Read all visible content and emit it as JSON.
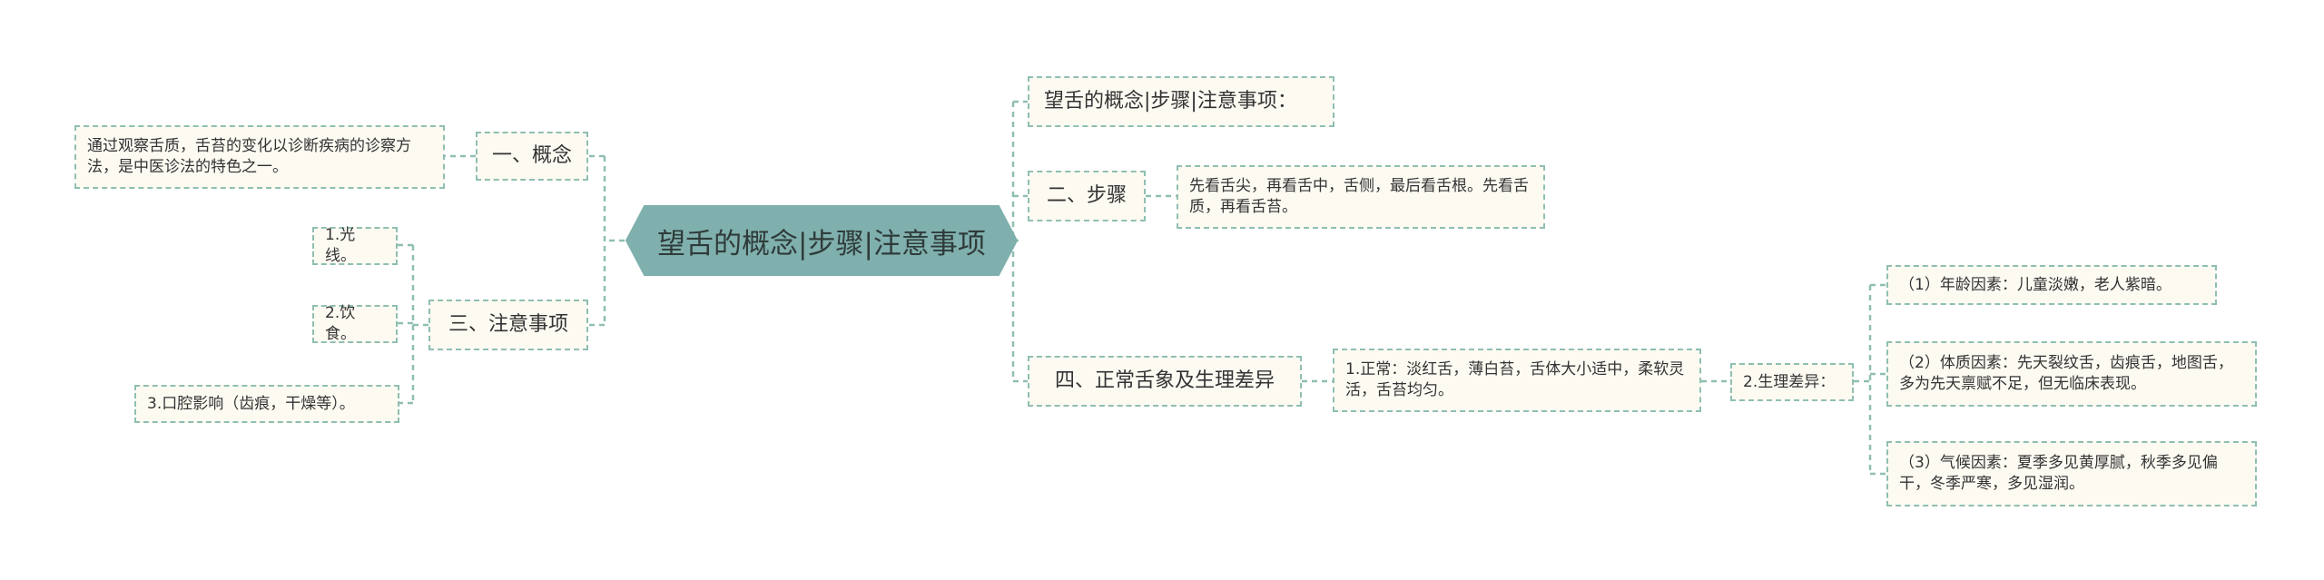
{
  "mindmap": {
    "central": "望舌的概念|步骤|注意事项",
    "left": {
      "concept": {
        "label": "一、概念",
        "detail": "通过观察舌质，舌苔的变化以诊断疾病的诊察方法，是中医诊法的特色之一。"
      },
      "precautions": {
        "label": "三、注意事项",
        "items": [
          "1.光线。",
          "2.饮食。",
          "3.口腔影响（齿痕，干燥等）。"
        ]
      }
    },
    "right": {
      "title": "望舌的概念|步骤|注意事项：",
      "steps": {
        "label": "二、步骤",
        "detail": "先看舌尖，再看舌中，舌侧，最后看舌根。先看舌质，再看舌苔。"
      },
      "normal": {
        "label": "四、正常舌象及生理差异",
        "normal_detail": "1.正常：淡红舌，薄白苔，舌体大小适中，柔软灵活，舌苔均匀。",
        "diff_label": "2.生理差异：",
        "diffs": [
          "（1）年龄因素：儿童淡嫩，老人紫暗。",
          "（2）体质因素：先天裂纹舌，齿痕舌，地图舌，多为先天禀赋不足，但无临床表现。",
          "（3）气候因素：夏季多见黄厚腻，秋季多见偏干，冬季严寒，多见湿润。"
        ]
      }
    }
  },
  "colors": {
    "central_fill": "#7fb0ad",
    "link": "#8fbfb2",
    "node_fill": "#fdfaf2"
  }
}
